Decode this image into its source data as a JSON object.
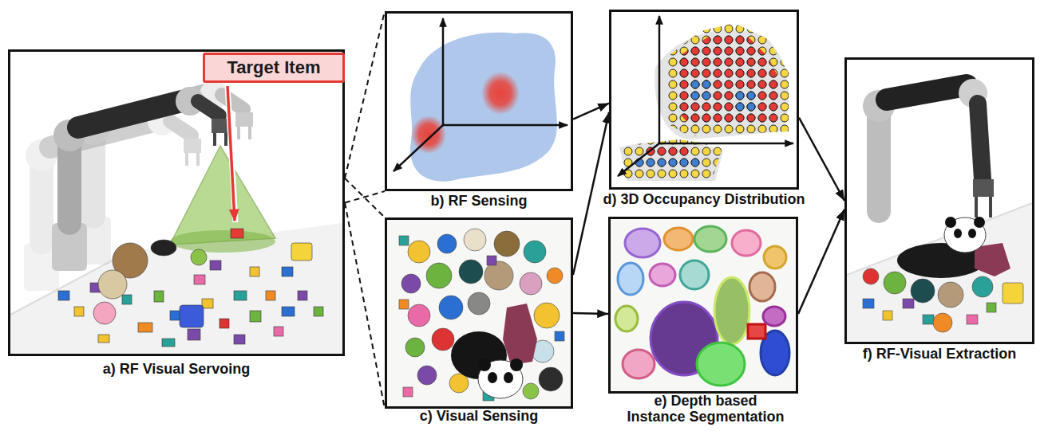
{
  "diagram": {
    "nodes": [
      {
        "text": [
          "a) RF Visual Servoing"
        ]
      },
      {
        "text": [
          "Target Item"
        ],
        "in": 0
      },
      {
        "text": [
          "b) RF Sensing"
        ]
      },
      {
        "text": [
          "c) Visual Sensing"
        ]
      },
      {
        "text": [
          "d) 3D Occupancy Distribution"
        ]
      },
      {
        "text": [
          "e) Depth based Instance Segmentation"
        ]
      },
      {
        "text": [
          "f) RF-Visual Extraction"
        ]
      }
    ],
    "edges": [
      {
        "from": 0,
        "to": 2,
        "arrow": "none"
      },
      {
        "from": 0,
        "to": 3,
        "arrow": "none"
      },
      {
        "from": 2,
        "to": 4,
        "arrow": "to"
      },
      {
        "from": 3,
        "to": 4,
        "arrow": "to"
      },
      {
        "from": 3,
        "to": 5,
        "arrow": "to"
      },
      {
        "from": 4,
        "to": 6,
        "arrow": "to"
      },
      {
        "from": 5,
        "to": 6,
        "arrow": "to"
      }
    ]
  }
}
